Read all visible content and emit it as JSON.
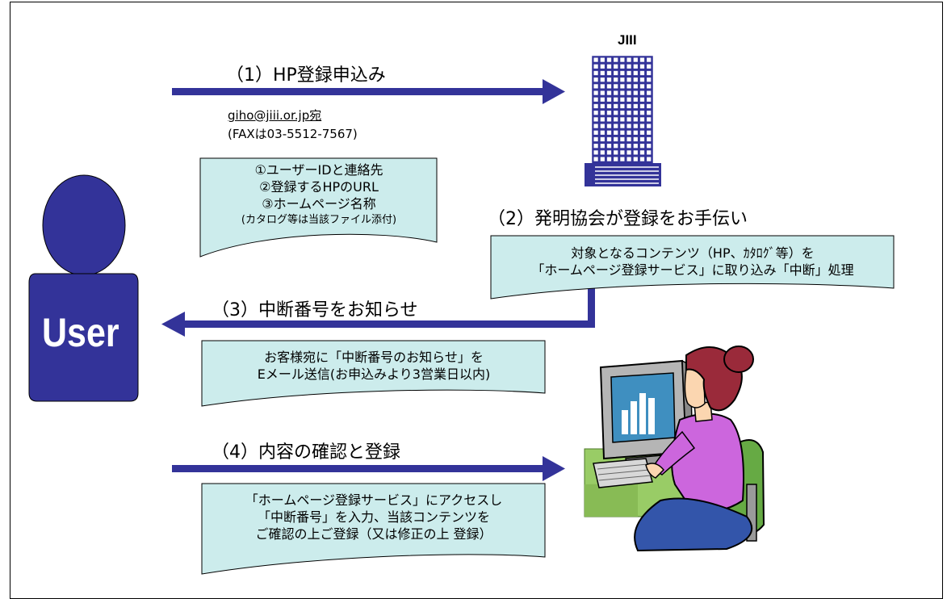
{
  "building": {
    "label": "JIII"
  },
  "user": {
    "label": "User"
  },
  "step1": {
    "title": "（1）HP登録申込み",
    "email": "giho@jiii.or.jp宛",
    "fax": "(FAXは03-5512-7567)",
    "note_lines": [
      "①ユーザーIDと連絡先",
      "②登録するHPのURL",
      "③ホームページ名称",
      "(カタログ等は当該ファイル添付)"
    ]
  },
  "step2": {
    "title": "（2）発明協会が登録をお手伝い",
    "note_lines": [
      "対象となるコンテンツ（HP、ｶﾀﾛｸﾞ等）を",
      "「ホームページ登録サービス」に取り込み「中断」処理"
    ]
  },
  "step3": {
    "title": "（3）中断番号をお知らせ",
    "note_lines": [
      "お客様宛に「中断番号のお知らせ」を",
      "Eメール送信(お申込みより3営業日以内)"
    ]
  },
  "step4": {
    "title": "（4）内容の確認と登録",
    "note_lines": [
      "「ホームページ登録サービス」にアクセスし",
      "「中断番号」を入力、当該コンテンツを",
      "ご確認の上ご登録（又は修正の上 登録）"
    ]
  },
  "colors": {
    "arrow": "#333399",
    "note_fill": "#ccecec",
    "user_fill": "#333399",
    "building_fill": "#333399"
  }
}
